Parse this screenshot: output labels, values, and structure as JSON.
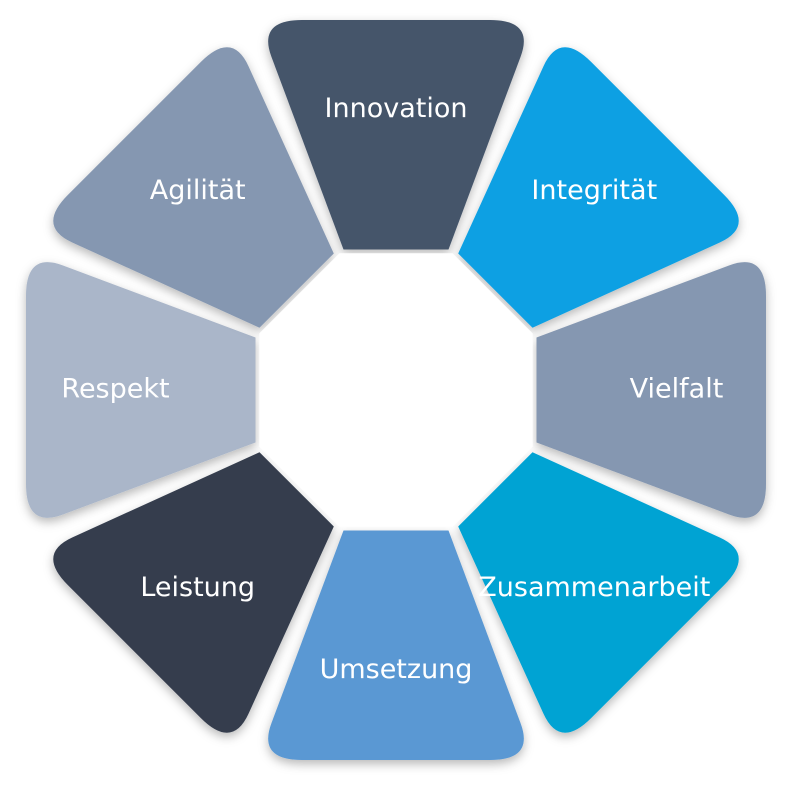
{
  "diagram": {
    "segments": [
      {
        "label": "Innovation",
        "color": "#44546b"
      },
      {
        "label": "Integrität",
        "color": "#0aa0e3"
      },
      {
        "label": "Vielfalt",
        "color": "#8597b1"
      },
      {
        "label": "Zusammenarbeit",
        "color": "#04a3d3"
      },
      {
        "label": "Umsetzung",
        "color": "#5a98d3"
      },
      {
        "label": "Leistung",
        "color": "#343d4e"
      },
      {
        "label": "Respekt",
        "color": "#aab6c9"
      },
      {
        "label": "Agilität",
        "color": "#8597b1"
      }
    ],
    "center_color": "#ffffff"
  }
}
